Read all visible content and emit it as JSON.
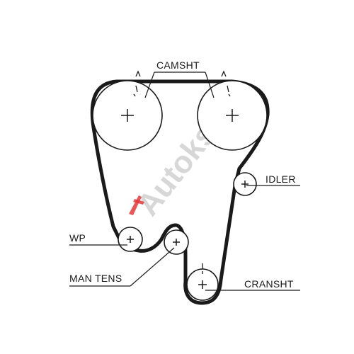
{
  "diagram": {
    "labels": {
      "camsht": "CAMSHT",
      "idler": "IDLER",
      "wp": "WP",
      "man_tens": "MAN TENS",
      "cranksht": "CRANSHT"
    },
    "watermark": {
      "text": "Autokseft",
      "colors": {
        "a_letter": "#e23a3a",
        "rest": "#c9c9c9"
      }
    },
    "colors": {
      "line": "#1a1a1a",
      "background": "#ffffff"
    }
  }
}
